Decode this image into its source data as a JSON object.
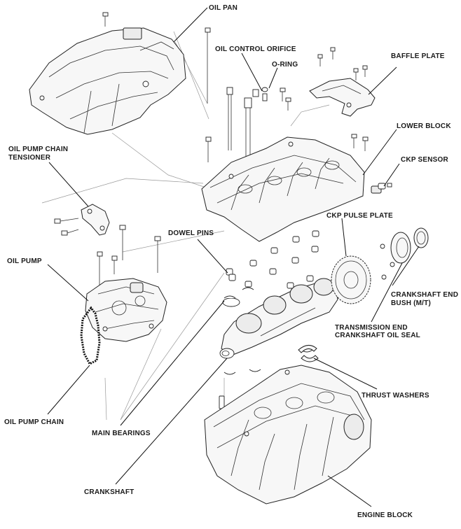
{
  "labels": {
    "oil_pan": "OIL PAN",
    "oil_control_orifice": "OIL CONTROL ORIFICE",
    "o_ring": "O-RING",
    "baffle_plate": "BAFFLE PLATE",
    "lower_block": "LOWER BLOCK",
    "ckp_sensor": "CKP SENSOR",
    "oil_pump_chain_tensioner_1": "OIL PUMP CHAIN",
    "oil_pump_chain_tensioner_2": "TENSIONER",
    "ckp_pulse_plate": "CKP PULSE PLATE",
    "dowel_pins": "DOWEL PINS",
    "oil_pump": "OIL PUMP",
    "crankshaft_end_bush_1": "CRANKSHAFT END",
    "crankshaft_end_bush_2": "BUSH (M/T)",
    "transmission_end_seal_1": "TRANSMISSION END",
    "transmission_end_seal_2": "CRANKSHAFT OIL SEAL",
    "thrust_washers": "THRUST WASHERS",
    "oil_pump_chain": "OIL PUMP CHAIN",
    "main_bearings": "MAIN BEARINGS",
    "crankshaft": "CRANKSHAFT",
    "engine_block": "ENGINE BLOCK"
  }
}
